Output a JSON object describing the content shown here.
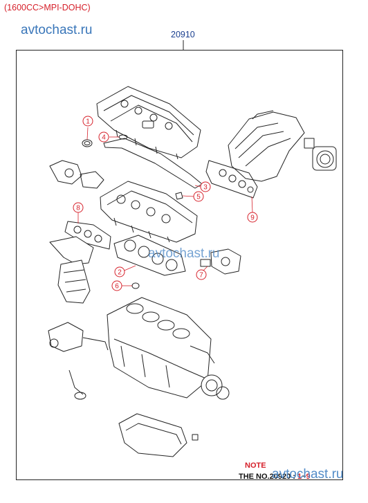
{
  "header": {
    "variant_label": "(1600CC>MPI-DOHC)",
    "kit_number": "20910"
  },
  "watermarks": [
    "avtochast.ru",
    "avtochast.ru",
    "avtochast.ru"
  ],
  "callouts": [
    {
      "num": "1"
    },
    {
      "num": "2"
    },
    {
      "num": "3"
    },
    {
      "num": "4"
    },
    {
      "num": "5"
    },
    {
      "num": "6"
    },
    {
      "num": "7"
    },
    {
      "num": "8"
    },
    {
      "num": "9"
    }
  ],
  "note": {
    "title": "NOTE",
    "line_prefix": "THE NO.20920 :",
    "range_start": "1",
    "range_sep": "~",
    "range_end": "9"
  },
  "colors": {
    "callout": "#d6202a",
    "kit_number": "#1a3f8f",
    "watermark": "#2f6fb6",
    "line_art": "#222222"
  },
  "icons": [
    "cylinder-head-cover-drawing",
    "intake-manifold-drawing",
    "throttle-body-drawing",
    "cylinder-head-drawing",
    "exhaust-manifold-drawing",
    "head-gasket-drawing",
    "water-outlet-drawing",
    "thermostat-housing-drawing",
    "cylinder-block-drawing",
    "oil-pump-drawing",
    "oil-pan-drawing",
    "rear-oil-seal-drawing"
  ]
}
